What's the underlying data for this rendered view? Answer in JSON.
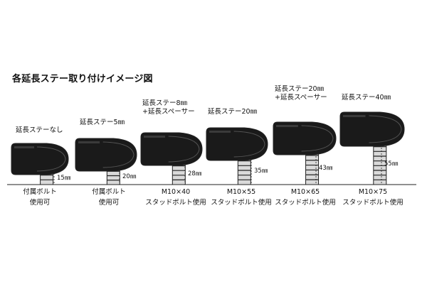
{
  "title": "各延長ステー取り付けイメージ図",
  "variants": [
    {
      "top": [
        "延長ステーなし"
      ],
      "dimension": "15㎜",
      "bottom": [
        "付属ボルト",
        "使用可"
      ]
    },
    {
      "top": [
        "延長ステー5㎜"
      ],
      "dimension": "20㎜",
      "bottom": [
        "付属ボルト",
        "使用可"
      ]
    },
    {
      "top": [
        "延長ステー8㎜",
        "+延長スペーサー"
      ],
      "dimension": "28㎜",
      "bottom": [
        "M10×40",
        "スタッドボルト使用"
      ]
    },
    {
      "top": [
        "延長ステー20㎜"
      ],
      "dimension": "35㎜",
      "bottom": [
        "M10×55",
        "スタッドボルト使用"
      ]
    },
    {
      "top": [
        "延長ステー20㎜",
        "+延長スペーサー"
      ],
      "dimension": "43㎜",
      "bottom": [
        "M10×65",
        "スタッドボルト使用"
      ]
    },
    {
      "top": [
        "延長ステー40㎜"
      ],
      "dimension": "55㎜",
      "bottom": [
        "M10×75",
        "スタッドボルト使用"
      ]
    }
  ],
  "colors": {
    "lamp_body": "#1a1a1a",
    "lens": "#ffffff",
    "stay": "#d9d9d9",
    "line": "#222222"
  }
}
